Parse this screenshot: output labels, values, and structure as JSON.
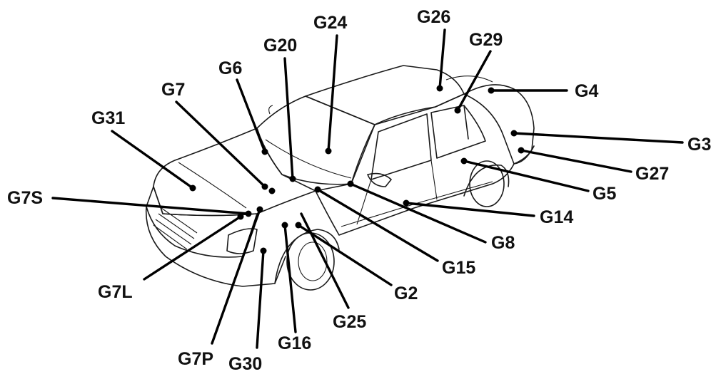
{
  "diagram": {
    "labels": [
      {
        "id": "G24",
        "text": "G24"
      },
      {
        "id": "G26",
        "text": "G26"
      },
      {
        "id": "G20",
        "text": "G20"
      },
      {
        "id": "G29",
        "text": "G29"
      },
      {
        "id": "G6",
        "text": "G6"
      },
      {
        "id": "G4",
        "text": "G4"
      },
      {
        "id": "G7",
        "text": "G7"
      },
      {
        "id": "G31",
        "text": "G31"
      },
      {
        "id": "G3",
        "text": "G3"
      },
      {
        "id": "G27",
        "text": "G27"
      },
      {
        "id": "G7S",
        "text": "G7S"
      },
      {
        "id": "G5",
        "text": "G5"
      },
      {
        "id": "G14",
        "text": "G14"
      },
      {
        "id": "G8",
        "text": "G8"
      },
      {
        "id": "G15",
        "text": "G15"
      },
      {
        "id": "G7L",
        "text": "G7L"
      },
      {
        "id": "G2",
        "text": "G2"
      },
      {
        "id": "G25",
        "text": "G25"
      },
      {
        "id": "G16",
        "text": "G16"
      },
      {
        "id": "G7P",
        "text": "G7P"
      },
      {
        "id": "G30",
        "text": "G30"
      }
    ]
  }
}
